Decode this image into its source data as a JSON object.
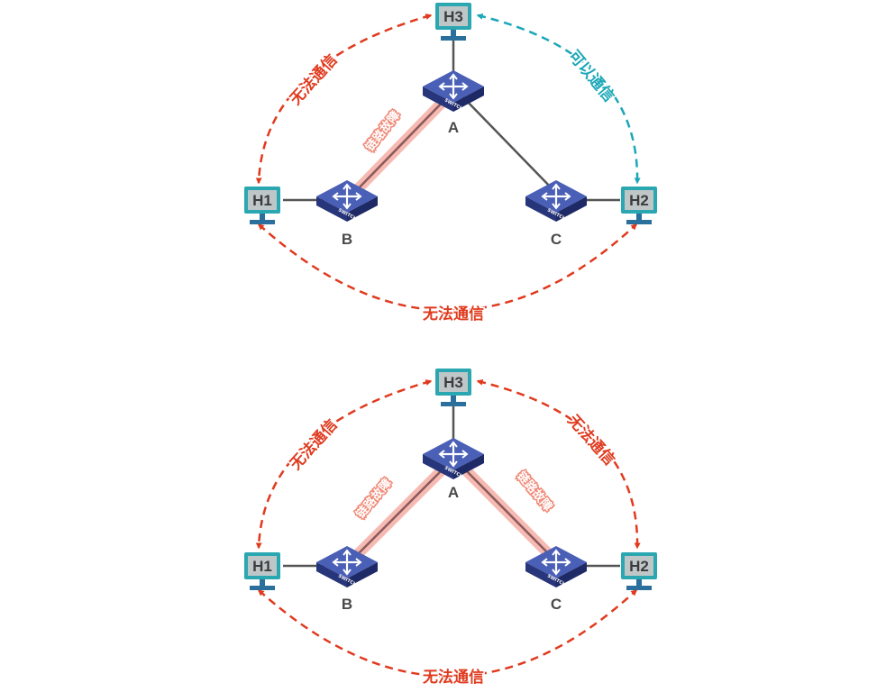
{
  "colors": {
    "fail": "#e03a1e",
    "ok": "#1aa7b8",
    "link": "#555555",
    "fault_glow": "#f4a9a0",
    "switch_top": "#4a5fb6",
    "switch_side": "#27357a",
    "host_frame": "#2aa7b1",
    "host_screen": "#bfc6c8"
  },
  "icons": {
    "host": "computer-monitor-icon",
    "switch": "network-switch-icon",
    "arrow": "dashed-arrow"
  },
  "switch_badge": "SWITCH",
  "diagrams": [
    {
      "id": "top",
      "hosts": {
        "h1": "H1",
        "h2": "H2",
        "h3": "H3"
      },
      "switches": {
        "a": "A",
        "b": "B",
        "c": "C"
      },
      "faulty_links": [
        {
          "between": [
            "A",
            "B"
          ],
          "label": "链路故障"
        }
      ],
      "comm_paths": [
        {
          "between": [
            "H3",
            "H1"
          ],
          "status": "fail",
          "label": "无法通信"
        },
        {
          "between": [
            "H3",
            "H2"
          ],
          "status": "ok",
          "label": "可以通信"
        },
        {
          "between": [
            "H1",
            "H2"
          ],
          "status": "fail",
          "label": "无法通信"
        }
      ]
    },
    {
      "id": "bottom",
      "hosts": {
        "h1": "H1",
        "h2": "H2",
        "h3": "H3"
      },
      "switches": {
        "a": "A",
        "b": "B",
        "c": "C"
      },
      "faulty_links": [
        {
          "between": [
            "A",
            "B"
          ],
          "label": "链路故障"
        },
        {
          "between": [
            "A",
            "C"
          ],
          "label": "链路故障"
        }
      ],
      "comm_paths": [
        {
          "between": [
            "H3",
            "H1"
          ],
          "status": "fail",
          "label": "无法通信"
        },
        {
          "between": [
            "H3",
            "H2"
          ],
          "status": "fail",
          "label": "无法通信"
        },
        {
          "between": [
            "H1",
            "H2"
          ],
          "status": "fail",
          "label": "无法通信"
        }
      ]
    }
  ]
}
